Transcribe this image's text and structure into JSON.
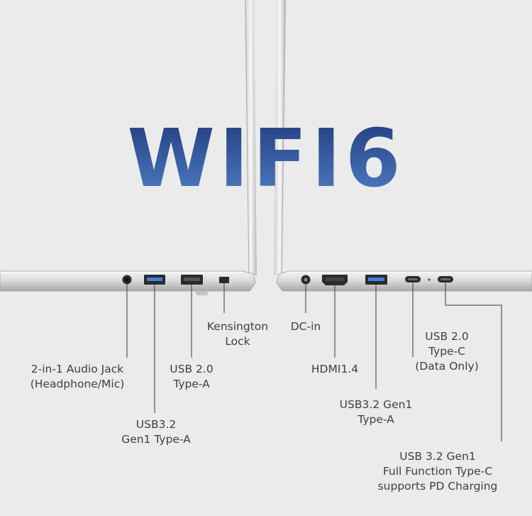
{
  "headline": "WIFI6",
  "colors": {
    "background": "#ebebeb",
    "headline_top": "#243f7e",
    "headline_bottom": "#4e7cc4",
    "usb3_port_accent": "#3f7fd8",
    "label_text": "#3f3f3f",
    "leader_line": "#3a3a3a"
  },
  "ports_left": {
    "audio_jack": {
      "line1": "2-in-1 Audio Jack",
      "line2": "(Headphone/Mic)"
    },
    "usb32_typea": {
      "line1": "USB3.2",
      "line2": "Gen1 Type-A"
    },
    "usb20_typea": {
      "line1": "USB 2.0",
      "line2": "Type-A"
    },
    "kensington": {
      "line1": "Kensington",
      "line2": "Lock"
    }
  },
  "ports_right": {
    "dc_in": {
      "line1": "DC-in"
    },
    "hdmi": {
      "line1": "HDMI1.4"
    },
    "usb32_typea": {
      "line1": "USB3.2 Gen1",
      "line2": "Type-A"
    },
    "usb20_typec": {
      "line1": "USB 2.0",
      "line2": "Type-C",
      "line3": "(Data Only)"
    },
    "usb32_typec": {
      "line1": "USB 3.2 Gen1",
      "line2": "Full Function Type-C",
      "line3": "supports PD Charging"
    }
  }
}
